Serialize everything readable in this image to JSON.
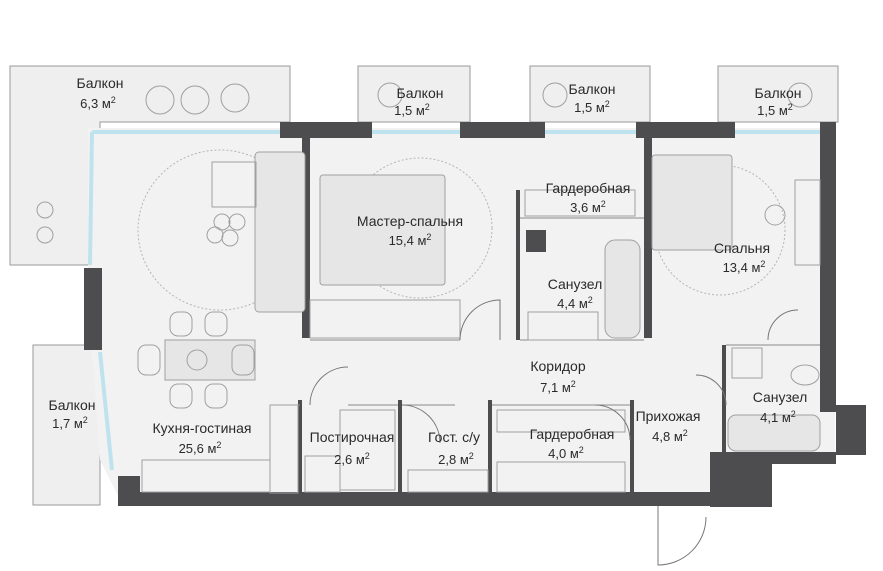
{
  "plan": {
    "rooms": [
      {
        "id": "balcony-1",
        "name": "Балкон",
        "area": "6,3 м"
      },
      {
        "id": "balcony-2",
        "name": "Балкон",
        "area": "1,5 м"
      },
      {
        "id": "balcony-3",
        "name": "Балкон",
        "area": "1,5 м"
      },
      {
        "id": "balcony-4",
        "name": "Балкон",
        "area": "1,5 м"
      },
      {
        "id": "balcony-5",
        "name": "Балкон",
        "area": "1,7 м"
      },
      {
        "id": "master-bedroom",
        "name": "Мастер-спальня",
        "area": "15,4 м"
      },
      {
        "id": "wardrobe-1",
        "name": "Гардеробная",
        "area": "3,6 м"
      },
      {
        "id": "bedroom",
        "name": "Спальня",
        "area": "13,4 м"
      },
      {
        "id": "bathroom-1",
        "name": "Санузел",
        "area": "4,4 м"
      },
      {
        "id": "corridor",
        "name": "Коридор",
        "area": "7,1 м"
      },
      {
        "id": "kitchen-living",
        "name": "Кухня-гостиная",
        "area": "25,6 м"
      },
      {
        "id": "laundry",
        "name": "Постирочная",
        "area": "2,6 м"
      },
      {
        "id": "guest-wc",
        "name": "Гост. с/у",
        "area": "2,8 м"
      },
      {
        "id": "wardrobe-2",
        "name": "Гардеробная",
        "area": "4,0 м"
      },
      {
        "id": "hallway",
        "name": "Прихожая",
        "area": "4,8 м"
      },
      {
        "id": "bathroom-2",
        "name": "Санузел",
        "area": "4,1 м"
      }
    ],
    "unit_superscript": "2",
    "colors": {
      "wall": "#4d4d4f",
      "floor": "#f2f2f2",
      "glass": "#bfe3ee"
    }
  }
}
